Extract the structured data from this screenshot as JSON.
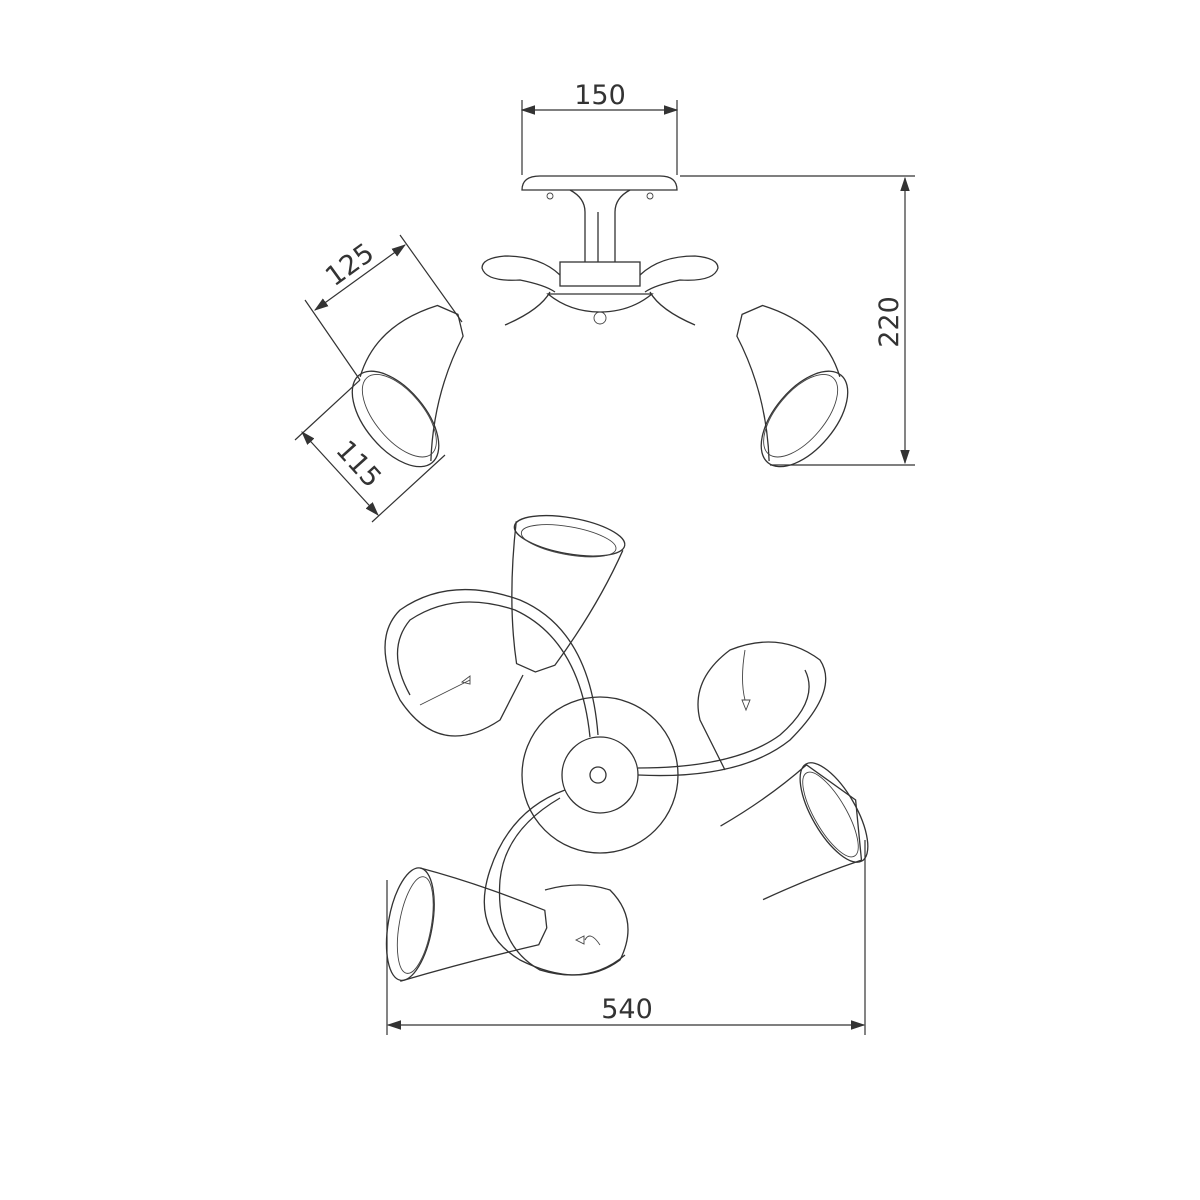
{
  "dimensions": {
    "canopy_width": "150",
    "height": "220",
    "shade_length": "125",
    "shade_diameter": "115",
    "overall_width": "540"
  },
  "colors": {
    "line": "#333333",
    "background": "#ffffff"
  }
}
